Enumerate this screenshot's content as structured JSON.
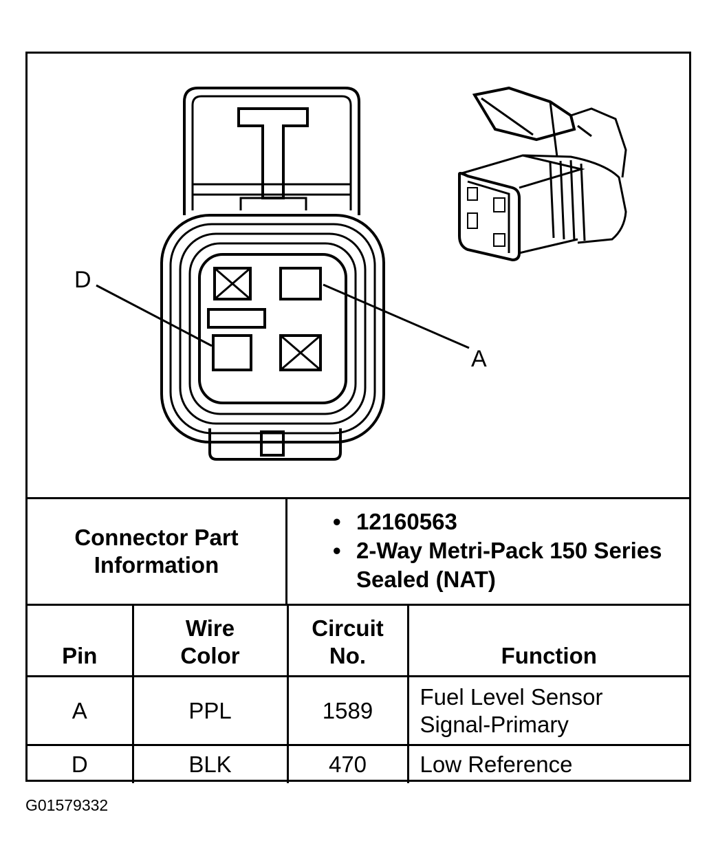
{
  "diagram": {
    "callout_d": "D",
    "callout_a": "A"
  },
  "connector_info": {
    "label_line1": "Connector Part",
    "label_line2": "Information",
    "items": [
      "12160563",
      "2-Way Metri-Pack 150 Series",
      "Sealed (NAT)"
    ]
  },
  "pin_table": {
    "headers": {
      "pin": "Pin",
      "wire_color_1": "Wire",
      "wire_color_2": "Color",
      "circuit_1": "Circuit",
      "circuit_2": "No.",
      "function": "Function"
    },
    "rows": [
      {
        "pin": "A",
        "wire_color": "PPL",
        "circuit": "1589",
        "function_1": "Fuel Level Sensor",
        "function_2": "Signal-Primary"
      },
      {
        "pin": "D",
        "wire_color": "BLK",
        "circuit": "470",
        "function_1": "Low Reference",
        "function_2": ""
      }
    ]
  },
  "document_id": "G01579332"
}
